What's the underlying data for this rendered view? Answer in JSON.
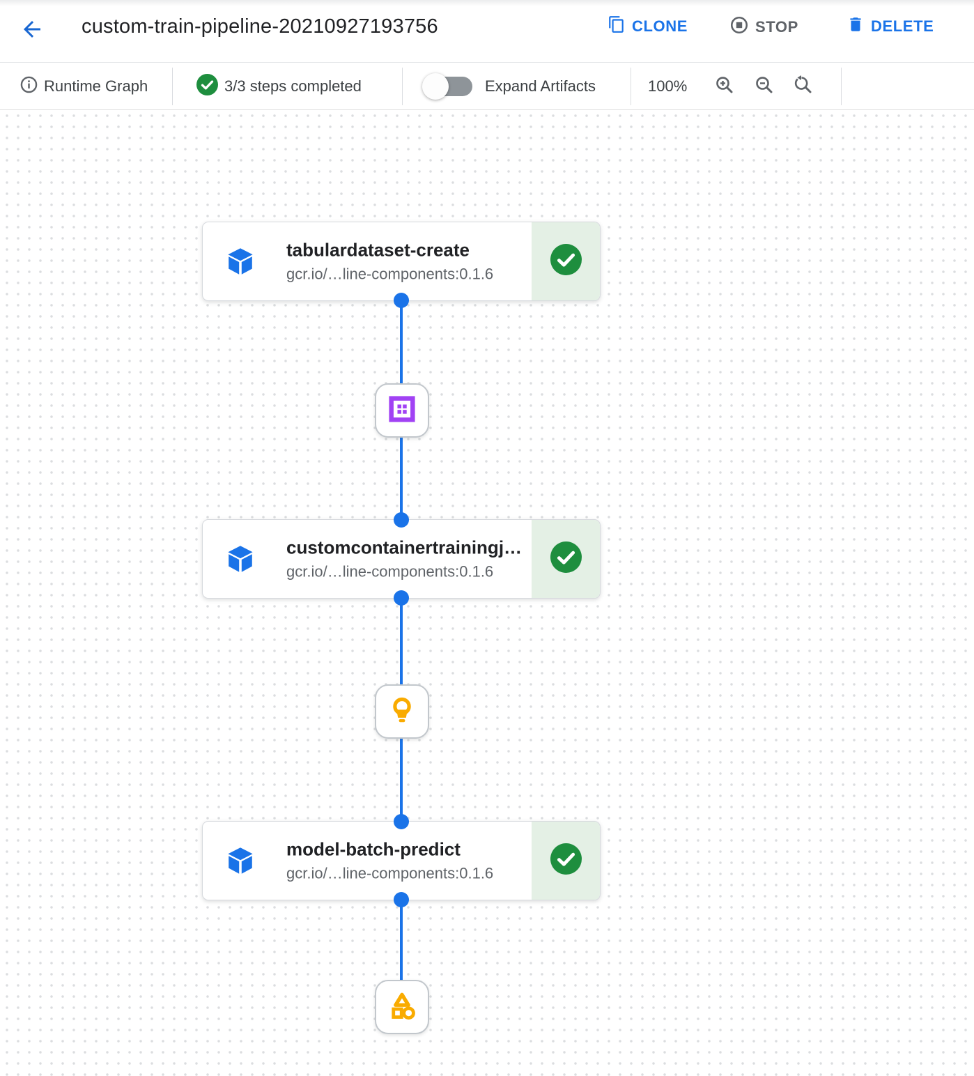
{
  "header": {
    "title": "custom-train-pipeline-20210927193756",
    "actions": {
      "clone_label": "CLONE",
      "stop_label": "STOP",
      "delete_label": "DELETE"
    }
  },
  "toolbar": {
    "view_label": "Runtime Graph",
    "steps_status": "3/3 steps completed",
    "expand_artifacts_label": "Expand Artifacts",
    "expand_artifacts_state": "off",
    "zoom_level": "100%",
    "zoom_controls": [
      "zoom-in-icon",
      "zoom-out-icon",
      "reset-zoom-icon"
    ]
  },
  "graph": {
    "nodes": [
      {
        "title": "tabulardataset-create",
        "subtitle": "gcr.io/…line-components:0.1.6",
        "status": "completed",
        "icon": "component-cube-icon"
      },
      {
        "title": "customcontainertrainingj…",
        "subtitle": "gcr.io/…line-components:0.1.6",
        "status": "completed",
        "icon": "component-cube-icon"
      },
      {
        "title": "model-batch-predict",
        "subtitle": "gcr.io/…line-components:0.1.6",
        "status": "completed",
        "icon": "component-cube-icon"
      }
    ],
    "artifacts": [
      {
        "icon": "dataset-icon",
        "color": "#A142F4"
      },
      {
        "icon": "model-icon",
        "color": "#F9AB00"
      },
      {
        "icon": "generic-artifact-icon",
        "color": "#F9AB00"
      }
    ],
    "colors": {
      "edge_blue": "#1A73E8",
      "success_green": "#1E8E3E",
      "status_band_green": "#E4F0E5",
      "node_icon_blue": "#1967D2",
      "grid_dot_gray": "#DBDDDF"
    }
  }
}
